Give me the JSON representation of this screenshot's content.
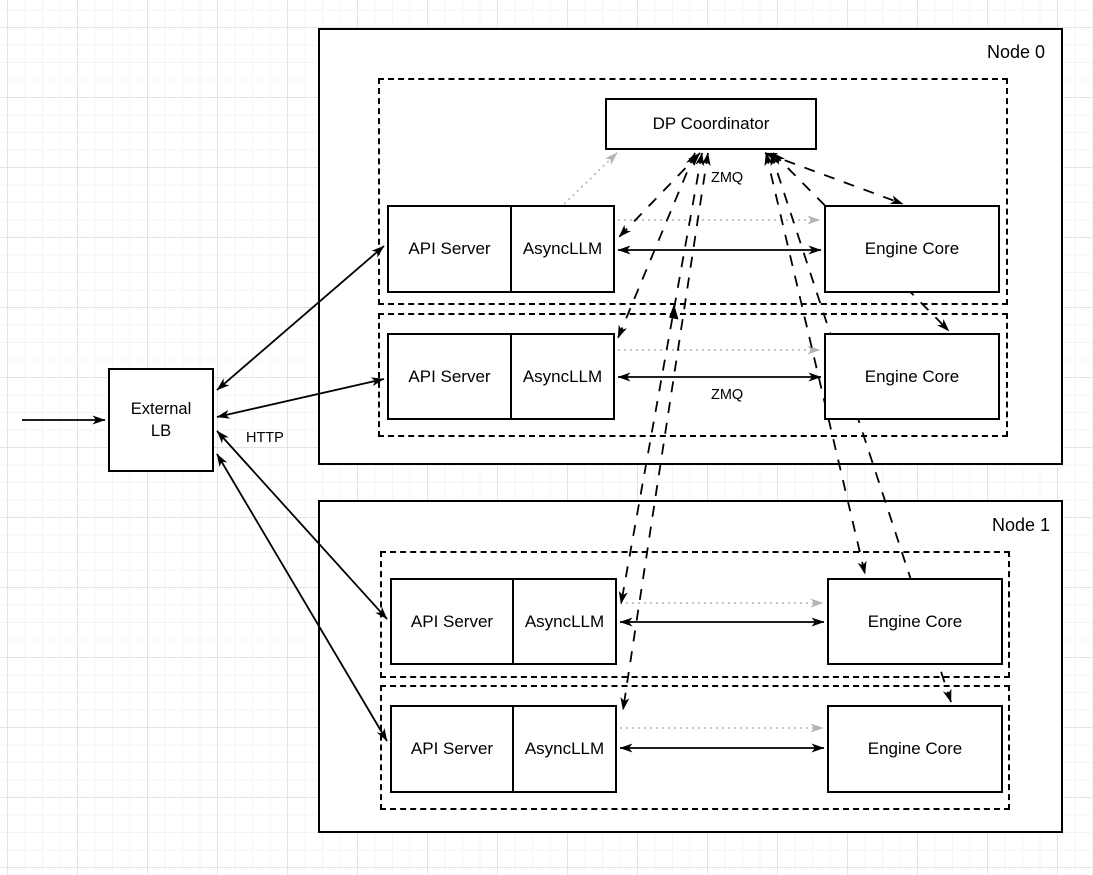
{
  "nodes": {
    "node0": "Node 0",
    "node1": "Node 1"
  },
  "blocks": {
    "external_lb_line1": "External",
    "external_lb_line2": "LB",
    "dp_coordinator": "DP Coordinator",
    "api_server": "API Server",
    "asyncllm": "AsyncLLM",
    "engine_core": "Engine Core"
  },
  "edge_labels": {
    "http": "HTTP",
    "zmq_coordinator": "ZMQ",
    "zmq_row": "ZMQ"
  },
  "colors": {
    "stroke": "#000000",
    "gray_arrow": "#b3b3b3",
    "background": "#ffffff",
    "grid_minor": "#f4f4f4",
    "grid_major": "#e3e3e3"
  }
}
